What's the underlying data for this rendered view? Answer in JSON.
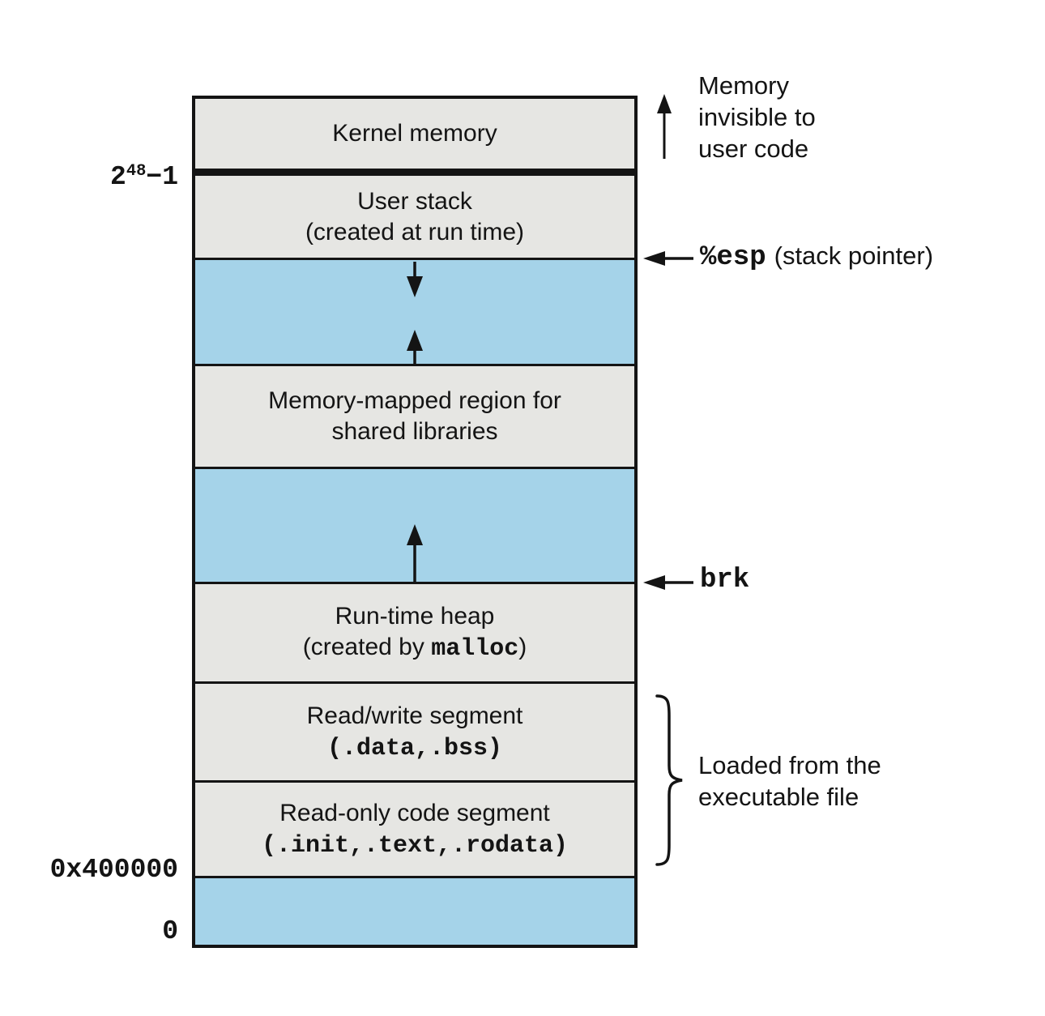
{
  "colors": {
    "segment_gray": "#e6e6e3",
    "segment_blue": "#a5d3e9",
    "line_black": "#141414",
    "background": "#ffffff"
  },
  "left_labels": {
    "max_address_base": "2",
    "max_address_exponent": "48",
    "max_address_rest": "−1",
    "code_base_address": "0x400000",
    "zero_address": "0"
  },
  "box": {
    "kernel": "Kernel memory",
    "user_stack": "User stack\n(created at run time)",
    "mmap": "Memory-mapped region for\nshared libraries",
    "heap_line1": "Run-time heap",
    "heap_line2_prefix": "(created by",
    "heap_line2_code": "malloc",
    "heap_line2_suffix": ")",
    "rw_line1": "Read/write segment",
    "rw_line2": "(.data,.bss)",
    "ro_line1": "Read-only code segment",
    "ro_line2": "(.init,.text,.rodata)"
  },
  "annotations": {
    "memory_invisible": "Memory\ninvisible to\nuser code",
    "stack_pointer_code": "%esp",
    "stack_pointer_rest": "(stack pointer)",
    "brk": "brk",
    "loaded_from": "Loaded from the\nexecutable file"
  }
}
